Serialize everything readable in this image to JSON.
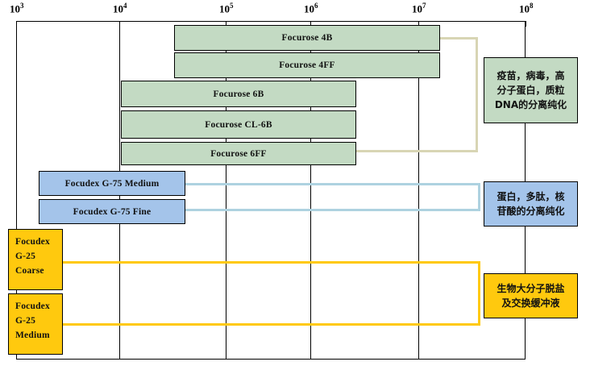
{
  "chart_data": {
    "type": "bar",
    "title": "",
    "xlabel": "",
    "ylabel": "",
    "scale": "log",
    "xlim": [
      1000,
      100000000
    ],
    "grid": true,
    "legend": "none",
    "axis_ticks": [
      {
        "label": "10",
        "exp": "3",
        "value": 1000
      },
      {
        "label": "10",
        "exp": "4",
        "value": 10000
      },
      {
        "label": "10",
        "exp": "5",
        "value": 100000
      },
      {
        "label": "10",
        "exp": "6",
        "value": 1000000
      },
      {
        "label": "10",
        "exp": "7",
        "value": 10000000
      },
      {
        "label": "10",
        "exp": "8",
        "value": 100000000
      }
    ],
    "series": [
      {
        "name": "Focurose 4B",
        "color": "#c3dac3",
        "group": "green",
        "range": [
          60000,
          20000000
        ]
      },
      {
        "name": "Focurose 4FF",
        "color": "#c3dac3",
        "group": "green",
        "range": [
          60000,
          20000000
        ]
      },
      {
        "name": "Focurose 6B",
        "color": "#c3dac3",
        "group": "green",
        "range": [
          10000,
          4000000
        ]
      },
      {
        "name": "Focurose CL-6B",
        "color": "#c3dac3",
        "group": "green",
        "range": [
          10000,
          4000000
        ]
      },
      {
        "name": "Focurose 6FF",
        "color": "#c3dac3",
        "group": "green",
        "range": [
          10000,
          4000000
        ]
      },
      {
        "name": "Focudex G-75 Medium",
        "color": "#a4c4ea",
        "group": "blue",
        "range": [
          3000,
          80000
        ]
      },
      {
        "name": "Focudex G-75 Fine",
        "color": "#a4c4ea",
        "group": "blue",
        "range": [
          3000,
          80000
        ]
      },
      {
        "name": "Focudex G-25 Coarse",
        "color": "#ffc90e",
        "group": "yellow",
        "range": [
          1000,
          5000
        ]
      },
      {
        "name": "Focudex G-25 Medium",
        "color": "#ffc90e",
        "group": "yellow",
        "range": [
          1000,
          5000
        ]
      }
    ],
    "annotations": [
      {
        "group": "green",
        "lines": [
          "疫苗，病毒，高",
          "分子蛋白，质粒",
          "DNA的分离纯化"
        ]
      },
      {
        "group": "blue",
        "lines": [
          "蛋白，多肽，核",
          "苷酸的分离纯化"
        ]
      },
      {
        "group": "yellow",
        "lines": [
          "生物大分子脱盐",
          "及交换缓冲液"
        ]
      }
    ]
  },
  "bars": {
    "focurose_4b": "Focurose 4B",
    "focurose_4ff": "Focurose 4FF",
    "focurose_6b": "Focurose 6B",
    "focurose_cl6b": "Focurose CL-6B",
    "focurose_6ff": "Focurose 6FF",
    "focudex_g75_medium": "Focudex G-75 Medium",
    "focudex_g75_fine": "Focudex G-75 Fine",
    "focudex_g25_coarse": {
      "l1": "Focudex",
      "l2": "G-25",
      "l3": "Coarse"
    },
    "focudex_g25_medium": {
      "l1": "Focudex",
      "l2": "G-25",
      "l3": "Medium"
    }
  },
  "ticks": {
    "t3": {
      "base": "10",
      "exp": "3"
    },
    "t4": {
      "base": "10",
      "exp": "4"
    },
    "t5": {
      "base": "10",
      "exp": "5"
    },
    "t6": {
      "base": "10",
      "exp": "6"
    },
    "t7": {
      "base": "10",
      "exp": "7"
    },
    "t8": {
      "base": "10",
      "exp": "8"
    }
  },
  "callouts": {
    "green": {
      "l1": "疫苗，病毒，高",
      "l2": "分子蛋白，质粒",
      "l3": "DNA的分离纯化"
    },
    "blue": {
      "l1": "蛋白，多肽，核",
      "l2": "苷酸的分离纯化"
    },
    "yellow": {
      "l1": "生物大分子脱盐",
      "l2": "及交换缓冲液"
    }
  },
  "colors": {
    "green": "#c3dac3",
    "blue": "#a4c4ea",
    "yellow": "#ffc90e",
    "bracket_tan": "#d8d5b4",
    "bracket_blue": "#aed2e0",
    "bracket_gold": "#ffc90e",
    "line": "#000000",
    "background": "#ffffff"
  }
}
